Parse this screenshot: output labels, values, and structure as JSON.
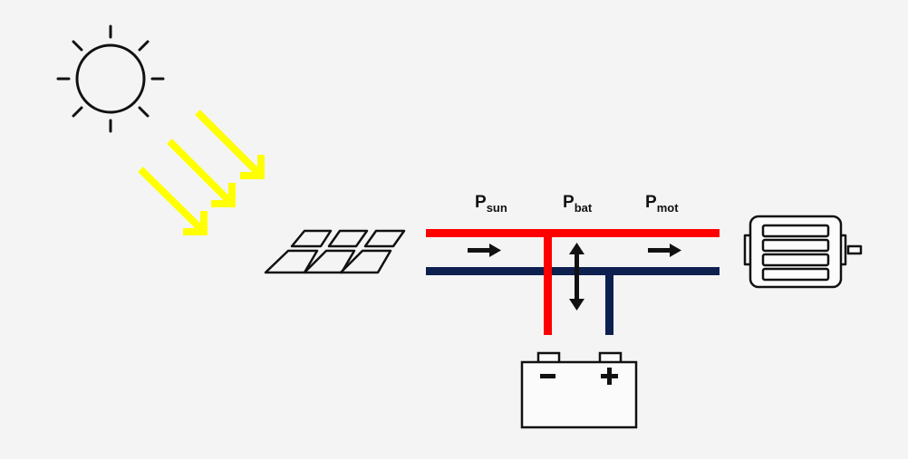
{
  "labels": {
    "sun": {
      "main": "P",
      "sub": "sun"
    },
    "bat": {
      "main": "P",
      "sub": "bat"
    },
    "mot": {
      "main": "P",
      "sub": "mot"
    }
  },
  "colors": {
    "background": "#f4f4f4",
    "positive_bus": "#ff0000",
    "negative_bus": "#0d2050",
    "sun_rays": "#ffff00",
    "outline": "#111111"
  },
  "icons": {
    "sun": "sun-icon",
    "light": "light-ray-arrows",
    "panel": "solar-panel-icon",
    "battery": "battery-icon",
    "motor": "motor-icon"
  }
}
